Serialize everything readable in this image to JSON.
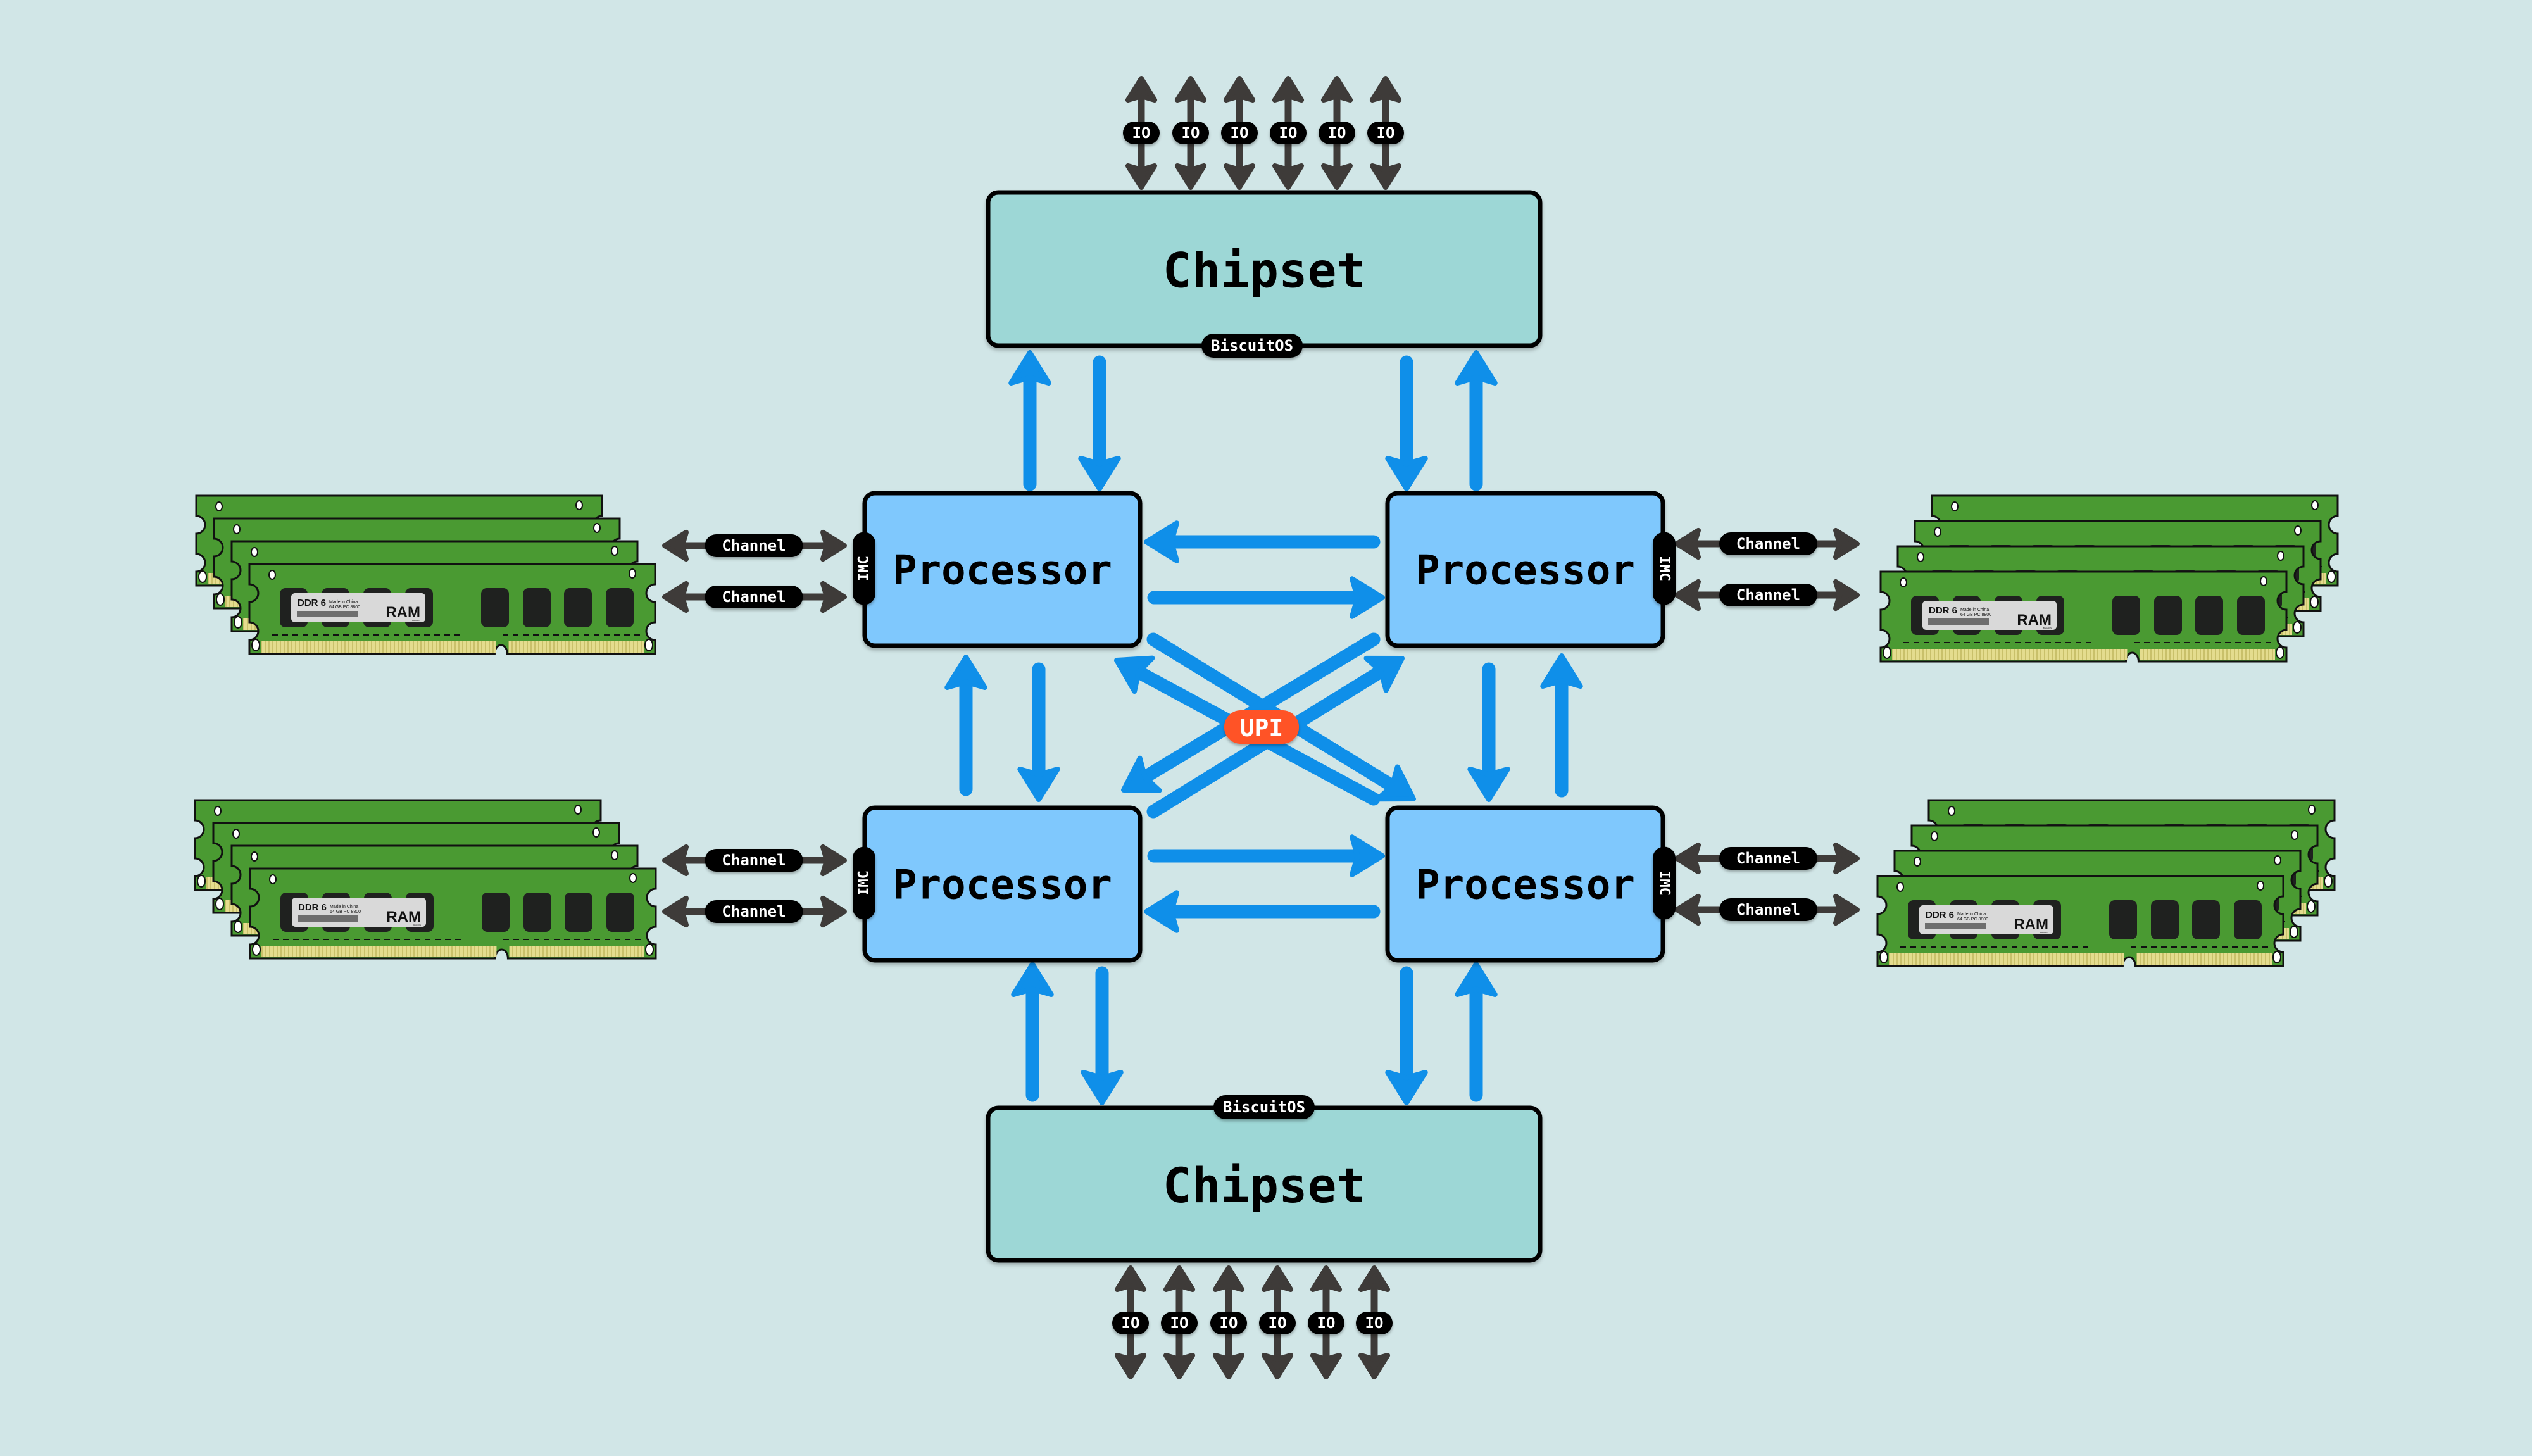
{
  "colors": {
    "background": "#d1e6e7",
    "chipset_fill": "#9dd7d6",
    "processor_fill": "#7fc8fd",
    "box_border": "#000000",
    "bus_arrow": "#0f8fe9",
    "io_arrow": "#3e3b39",
    "pill_fill": "#000000",
    "pill_text": "#ffffff",
    "upi_fill": "#ff5225",
    "ram_pcb": "#4a9a32",
    "ram_chip": "#1f211f",
    "ram_label": "#d9d9d9",
    "ram_contacts": "#ddd684"
  },
  "chipsets": [
    {
      "id": "top",
      "label": "Chipset",
      "badge": "BiscuitOS",
      "io_labels": [
        "IO",
        "IO",
        "IO",
        "IO",
        "IO",
        "IO"
      ]
    },
    {
      "id": "bottom",
      "label": "Chipset",
      "badge": "BiscuitOS",
      "io_labels": [
        "IO",
        "IO",
        "IO",
        "IO",
        "IO",
        "IO"
      ]
    }
  ],
  "processors": [
    {
      "id": "top-left",
      "label": "Processor",
      "imc_label": "IMC",
      "channels": [
        "Channel",
        "Channel"
      ]
    },
    {
      "id": "top-right",
      "label": "Processor",
      "imc_label": "IMC",
      "channels": [
        "Channel",
        "Channel"
      ]
    },
    {
      "id": "bottom-left",
      "label": "Processor",
      "imc_label": "IMC",
      "channels": [
        "Channel",
        "Channel"
      ]
    },
    {
      "id": "bottom-right",
      "label": "Processor",
      "imc_label": "IMC",
      "channels": [
        "Channel",
        "Channel"
      ]
    }
  ],
  "interconnect": {
    "label": "UPI"
  },
  "ram_module": {
    "type": "DDR 6",
    "origin": "Made in China",
    "spec": "64 GB PC 8800",
    "title": "RAM",
    "brand": "BiscuitOS",
    "sticks_per_bank": 4
  }
}
